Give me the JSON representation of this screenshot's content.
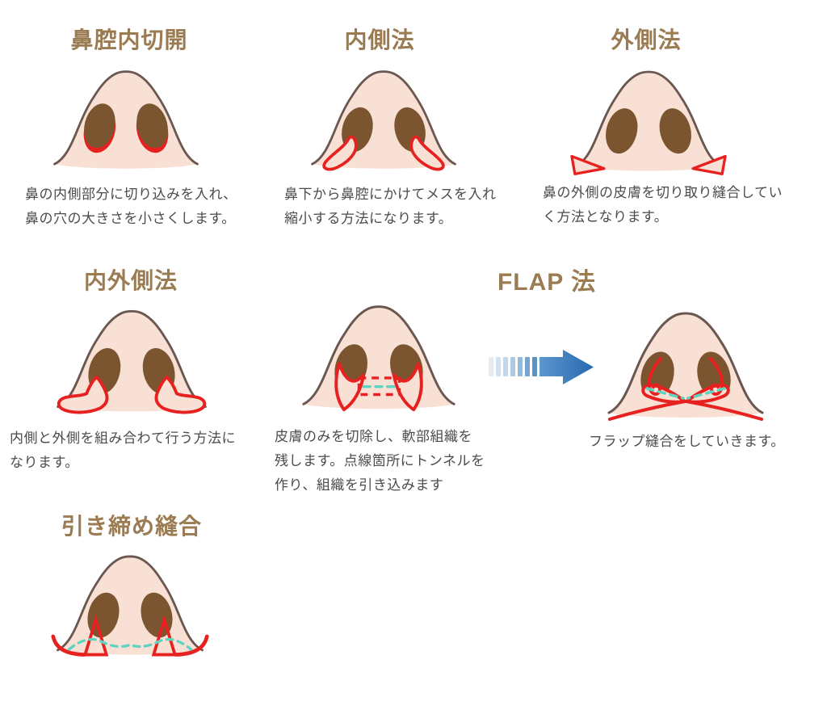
{
  "colors": {
    "skin": "#f9e0d5",
    "outline": "#6a5750",
    "nostril": "#7a552f",
    "red": "#e7211f",
    "teal": "#5ed3c0",
    "title": "#9b7b52",
    "text": "#4b4b4b",
    "arrow": "#2e75b6"
  },
  "panels": {
    "intranasal": {
      "title": "鼻腔内切開",
      "desc": [
        "鼻の内側部分に切り込みを入れ、",
        "鼻の穴の大きさを小さくします。"
      ]
    },
    "medial": {
      "title": "内側法",
      "desc": [
        "鼻下から鼻腔にかけてメスを入れ",
        "縮小する方法になります。"
      ]
    },
    "lateral": {
      "title": "外側法",
      "desc": [
        "鼻の外側の皮膚を切り取り縫合してい",
        "く方法となります。"
      ]
    },
    "medial_lateral": {
      "title": "内外側法",
      "desc": [
        "内側と外側を組み合わて行う方法に",
        "なります。"
      ]
    },
    "flap": {
      "title": "FLAP 法",
      "before_desc": [
        "皮膚のみを切除し、軟部組織を",
        "残します。点線箇所にトンネルを",
        "作り、組織を引き込みます"
      ],
      "after_desc": [
        "フラップ縫合をしていきます。"
      ]
    },
    "tightening": {
      "title": "引き締め縫合"
    }
  }
}
